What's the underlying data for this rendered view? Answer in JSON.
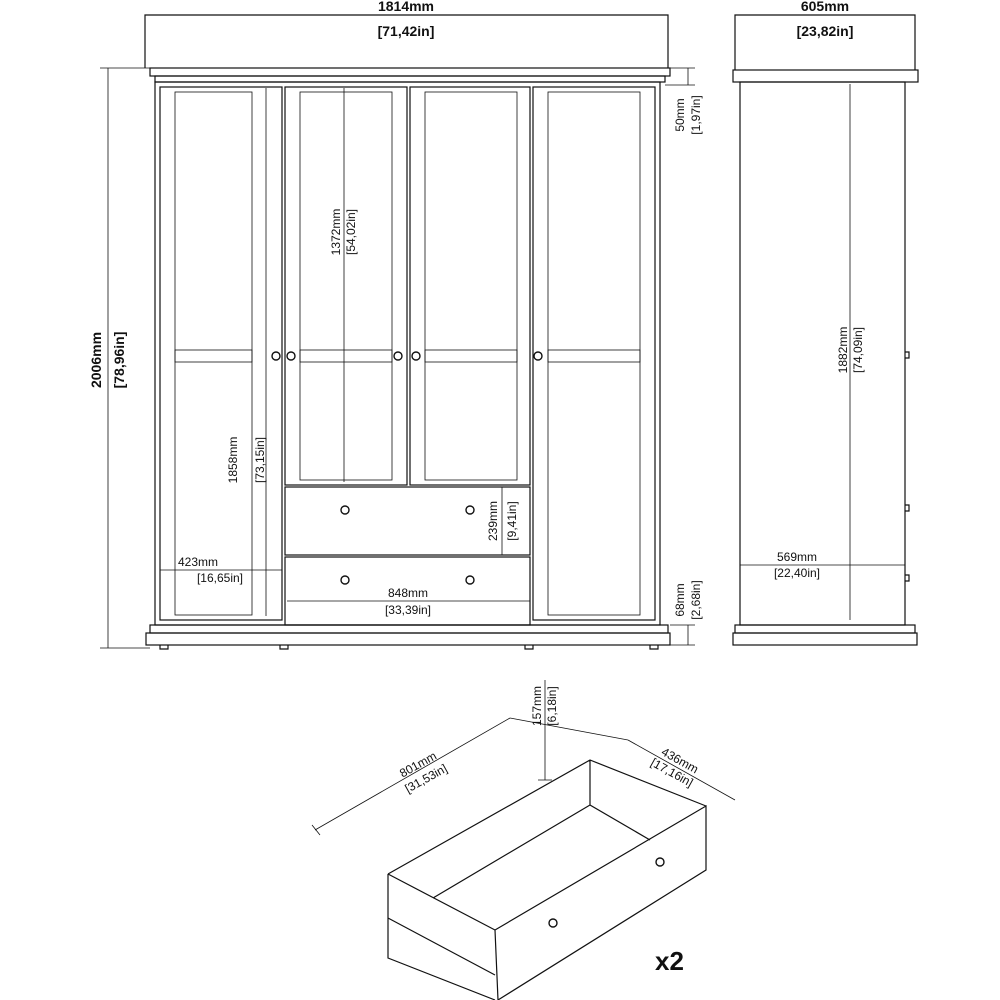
{
  "dimensions": {
    "total_width": {
      "mm": "1814mm",
      "in": "[71,42in]"
    },
    "total_depth": {
      "mm": "605mm",
      "in": "[23,82in]"
    },
    "total_height": {
      "mm": "2006mm",
      "in": "[78,96in]"
    },
    "cornice_height": {
      "mm": "50mm",
      "in": "[1,97in]"
    },
    "shelf_height": {
      "mm": "1372mm",
      "in": "[54,02in]"
    },
    "door_height": {
      "mm": "1858mm",
      "in": "[73,15in]"
    },
    "door_width": {
      "mm": "423mm",
      "in": "[16,65in]"
    },
    "drawer_front_height": {
      "mm": "239mm",
      "in": "[9,41in]"
    },
    "drawer_section_width": {
      "mm": "848mm",
      "in": "[33,39in]"
    },
    "plinth_height": {
      "mm": "68mm",
      "in": "[2,68in]"
    },
    "inner_height": {
      "mm": "1882mm",
      "in": "[74,09in]"
    },
    "inner_depth": {
      "mm": "569mm",
      "in": "[22,40in]"
    },
    "drawer_height": {
      "mm": "157mm",
      "in": "[6,18in]"
    },
    "drawer_width": {
      "mm": "801mm",
      "in": "[31,53in]"
    },
    "drawer_depth": {
      "mm": "436mm",
      "in": "[17,16in]"
    }
  },
  "drawer_quantity": "x2"
}
